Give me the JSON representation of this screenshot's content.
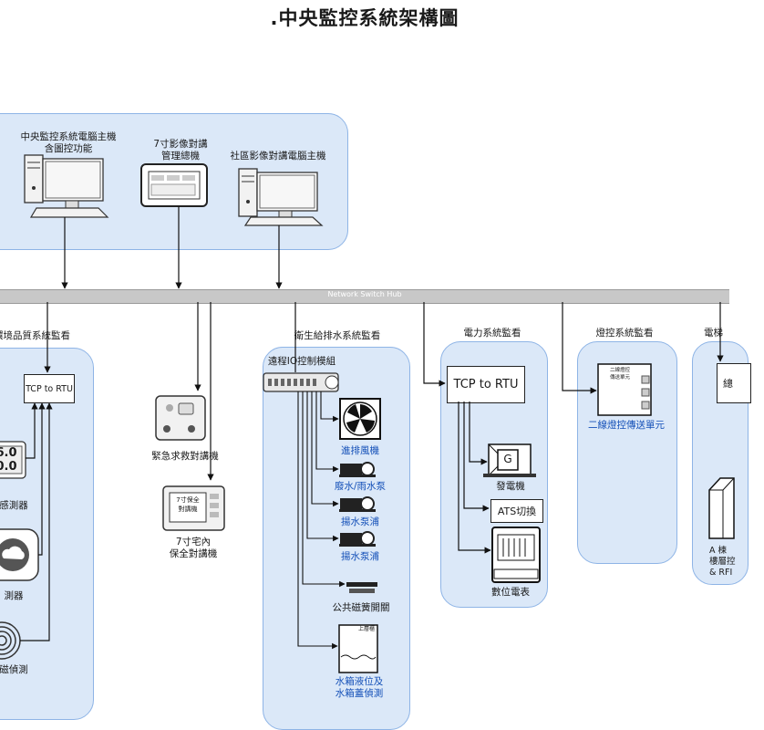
{
  "title": ".中央監控系統架構圖",
  "top_group": {
    "pc1": "中央監控系統電腦主機\n含圖控功能",
    "intercom_mgr": "7寸影像對講\n管理總機",
    "pc2": "社區影像對講電腦主機"
  },
  "bus_label": "Network Switch Hub",
  "env": {
    "title": "環境品質系統監看",
    "rtu": "TCP to RTU",
    "sensor1_value_top": "6.0",
    "sensor1_value_bottom": "0.0",
    "sensor1": "感測器",
    "sensor2": "測器",
    "sensor3": "磁偵測"
  },
  "emergency": {
    "intercom": "緊急求救對講機",
    "home_device_screen": "7寸保全\n對講機",
    "home_device": "7寸宅內\n保全對講機"
  },
  "water": {
    "title": "衛生給排水系統監看",
    "io_module": "遠程IO控制模組",
    "exhaust_fan": "進排風機",
    "waste_pump": "廢水/雨水泵",
    "pump1": "揚水泵浦",
    "pump2": "揚水泵浦",
    "reed_switch": "公共磁簧開關",
    "tank_label": "上層櫃",
    "tank": "水箱液位及\n水箱蓋偵測"
  },
  "power": {
    "title": "電力系統監看",
    "rtu": "TCP to RTU",
    "generator_letter": "G",
    "generator": "發電機",
    "ats": "ATS切換",
    "meter": "數位電表"
  },
  "lighting": {
    "title": "燈控系統監看",
    "device_screen": "二線燈控\n傳送單元",
    "device": "二線燈控傳送單元"
  },
  "elevator": {
    "title": "電梯",
    "box_text": "總",
    "caption": "A 棟\n樓層控\n& RFI"
  }
}
